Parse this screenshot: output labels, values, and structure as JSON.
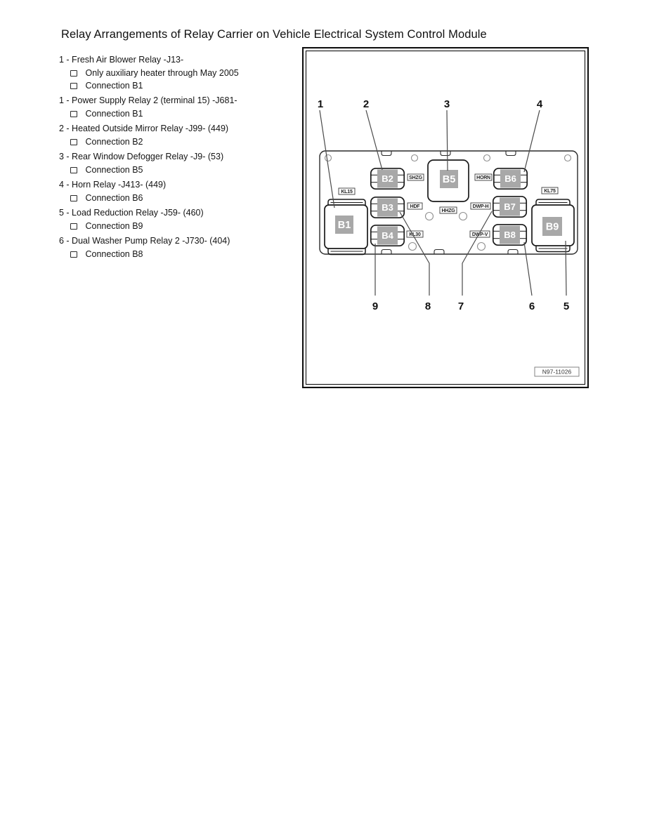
{
  "title": "Relay Arrangements of Relay Carrier on Vehicle Electrical System Control Module",
  "relay_list": [
    {
      "heading": "1 - Fresh Air Blower Relay -J13-",
      "notes": [
        "Only auxiliary heater through May 2005",
        "Connection B1"
      ]
    },
    {
      "heading": "1 - Power Supply Relay 2 (terminal 15) -J681-",
      "notes": [
        "Connection B1"
      ]
    },
    {
      "heading": "2 - Heated Outside Mirror Relay -J99- (449)",
      "notes": [
        "Connection B2"
      ]
    },
    {
      "heading": "3 - Rear Window Defogger Relay -J9- (53)",
      "notes": [
        "Connection B5"
      ]
    },
    {
      "heading": "4 - Horn Relay -J413- (449)",
      "notes": [
        "Connection B6"
      ]
    },
    {
      "heading": "5 - Load Reduction Relay -J59- (460)",
      "notes": [
        "Connection B9"
      ]
    },
    {
      "heading": "6 - Dual Washer Pump Relay 2 -J730- (404)",
      "notes": [
        "Connection B8"
      ]
    }
  ],
  "diagram": {
    "callouts": {
      "top": [
        "1",
        "2",
        "3",
        "4"
      ],
      "bottom": [
        "9",
        "8",
        "7",
        "6",
        "5"
      ]
    },
    "relays": {
      "b1": "B1",
      "b2": "B2",
      "b3": "B3",
      "b4": "B4",
      "b5": "B5",
      "b6": "B6",
      "b7": "B7",
      "b8": "B8",
      "b9": "B9"
    },
    "labels": {
      "kl15": "KL15",
      "kl75": "KL75",
      "shzg": "SHZG",
      "horn": "HORN",
      "hdf": "HDF",
      "dwp_h": "DWP-H",
      "hhzg": "HHZG",
      "kl30": "KL30",
      "dwp_v": "DWP-V"
    },
    "figure_number": "N97-11026",
    "colors": {
      "relay_fill": "#a8a8a8",
      "relay_text": "#ffffff",
      "outline": "#1a1a1a",
      "leader_line": "#4a4a4a"
    }
  }
}
